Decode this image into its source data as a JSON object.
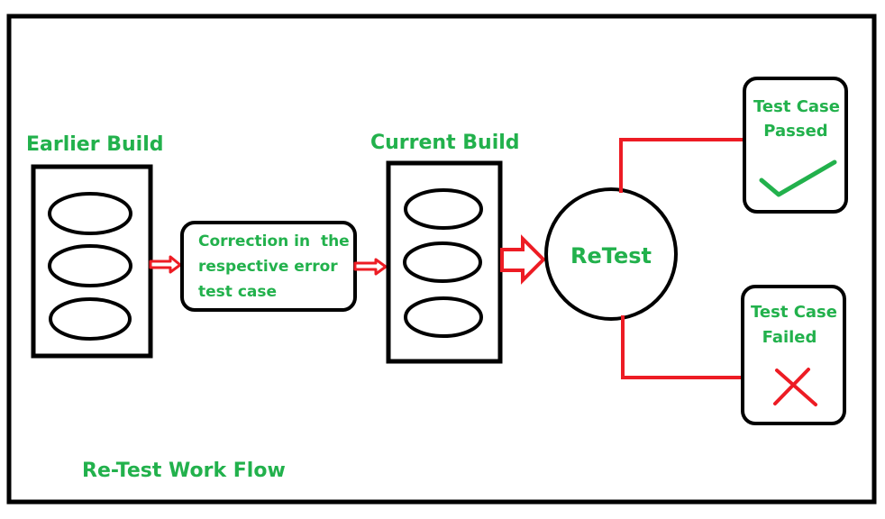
{
  "title": "Re-Test Work Flow",
  "colors": {
    "text": "#22b14c",
    "outline": "#000000",
    "connector": "#ed1c24",
    "check": "#22b14c",
    "cross": "#ed1c24",
    "background": "#ffffff"
  },
  "nodes": {
    "earlier_build": {
      "label": "Earlier Build",
      "items": 3
    },
    "correction": {
      "lines": [
        "Correction in  the",
        "respective error",
        "test case"
      ]
    },
    "current_build": {
      "label": "Current Build",
      "items": 3
    },
    "retest": {
      "label": "ReTest"
    },
    "passed": {
      "lines": [
        "Test Case",
        "Passed"
      ],
      "icon": "check-icon"
    },
    "failed": {
      "lines": [
        "Test Case",
        "Failed"
      ],
      "icon": "cross-icon"
    }
  },
  "edges": [
    {
      "from": "earlier_build",
      "to": "correction",
      "style": "small-arrow"
    },
    {
      "from": "correction",
      "to": "current_build",
      "style": "small-arrow"
    },
    {
      "from": "current_build",
      "to": "retest",
      "style": "large-arrow"
    },
    {
      "from": "retest",
      "to": "passed",
      "style": "elbow-line"
    },
    {
      "from": "retest",
      "to": "failed",
      "style": "elbow-line"
    }
  ]
}
